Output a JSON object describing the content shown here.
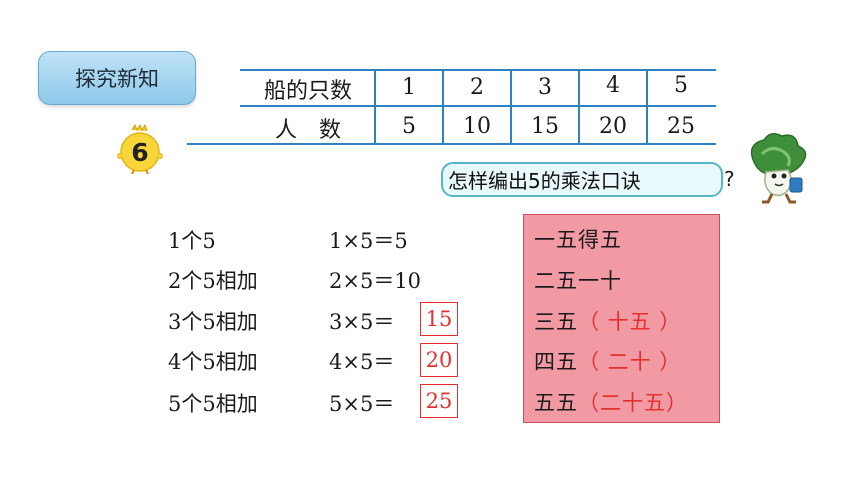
{
  "header": {
    "tag": "探究新知",
    "example_number": "6"
  },
  "table": {
    "row1_label": "船的只数",
    "row2_label": "人　数",
    "boats": [
      "1",
      "2",
      "3",
      "4",
      "5"
    ],
    "people": [
      "5",
      "10",
      "15",
      "20",
      "25"
    ]
  },
  "question": {
    "text": "怎样编出5的乘法口诀",
    "mark": "?"
  },
  "rows": [
    {
      "words": "1个5",
      "eq": "1×5＝5",
      "answer": ""
    },
    {
      "words": "2个5相加",
      "eq": "2×5＝10",
      "answer": ""
    },
    {
      "words": "3个5相加",
      "eq": "3×5＝",
      "answer": "15"
    },
    {
      "words": "4个5相加",
      "eq": "4×5＝",
      "answer": "20"
    },
    {
      "words": "5个5相加",
      "eq": "5×5＝",
      "answer": "25"
    }
  ],
  "rhymes": [
    {
      "prefix": "一五得五",
      "fill": ""
    },
    {
      "prefix": "二五一十",
      "fill": ""
    },
    {
      "prefix": "三五",
      "fill": "（ 十五 ）"
    },
    {
      "prefix": "四五",
      "fill": "（ 二十 ）"
    },
    {
      "prefix": "五五",
      "fill": "（二十五）"
    }
  ],
  "colors": {
    "accent_blue": "#2d82c4",
    "answer_red": "#e53030",
    "rhyme_box": "#f19aa4",
    "tag_blue": "#8ec8ea"
  }
}
